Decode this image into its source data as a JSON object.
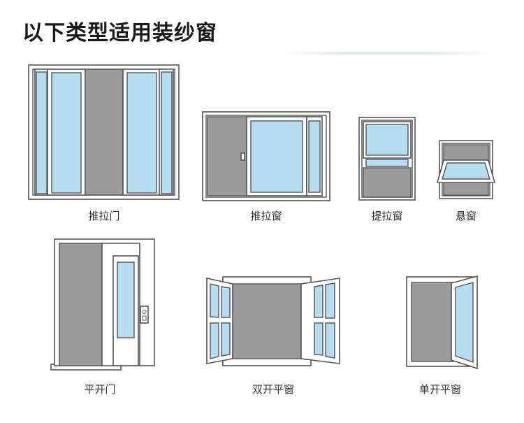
{
  "title": "以下类型适用装纱窗",
  "items": [
    {
      "label": "推拉门",
      "icon": "sliding-door-icon"
    },
    {
      "label": "推拉窗",
      "icon": "sliding-window-icon"
    },
    {
      "label": "提拉窗",
      "icon": "sash-window-icon"
    },
    {
      "label": "悬窗",
      "icon": "awning-window-icon"
    },
    {
      "label": "平开门",
      "icon": "hinged-door-icon"
    },
    {
      "label": "双开平窗",
      "icon": "double-casement-window-icon"
    },
    {
      "label": "单开平窗",
      "icon": "single-casement-window-icon"
    }
  ],
  "colors": {
    "frame": "#555555",
    "screen": "#9b9b9b",
    "glass": "#b6def2"
  }
}
